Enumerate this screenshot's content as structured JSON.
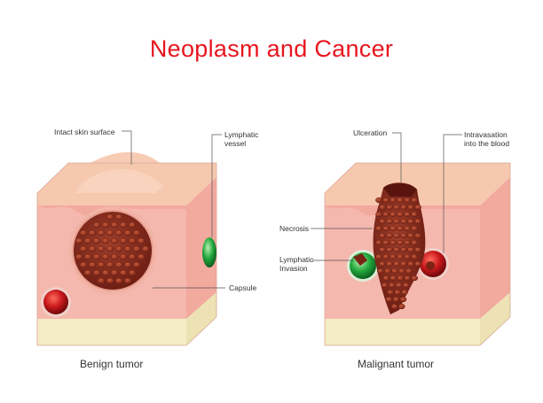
{
  "title": "Neoplasm and Cancer",
  "benign": {
    "caption": "Benign tumor",
    "labels": {
      "intact_skin": "Intact skin surface",
      "lymphatic_vessel_line1": "Lymphatic",
      "lymphatic_vessel_line2": "vessel",
      "capsule": "Capsule"
    }
  },
  "malignant": {
    "caption": "Malignant tumor",
    "labels": {
      "ulceration": "Ulceration",
      "intravasation_line1": "Intravasation",
      "intravasation_line2": "into the blood",
      "necrosis": "Necrosis",
      "lymphatic_invasion_line1": "Lymphatic",
      "lymphatic_invasion_line2": "Invasion"
    }
  },
  "colors": {
    "title": "#e8161f",
    "epidermis": "#f6c8ae",
    "dermis": "#f5b8ae",
    "subcutis": "#f4ecc4",
    "tumor": "#8c2a1e",
    "blood_vessel": "#c8181c",
    "lymph_vessel": "#22a83c"
  }
}
